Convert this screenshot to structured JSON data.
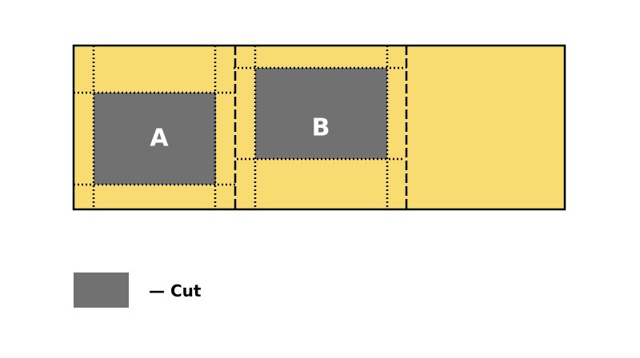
{
  "diagram": {
    "colors": {
      "sheet": "#f8dc72",
      "cut": "#717171",
      "line": "#000000"
    },
    "pieces": [
      {
        "label": "A"
      },
      {
        "label": "B"
      }
    ]
  },
  "legend": {
    "items": [
      {
        "swatch_color": "#717171",
        "label": "— Cut"
      }
    ]
  }
}
